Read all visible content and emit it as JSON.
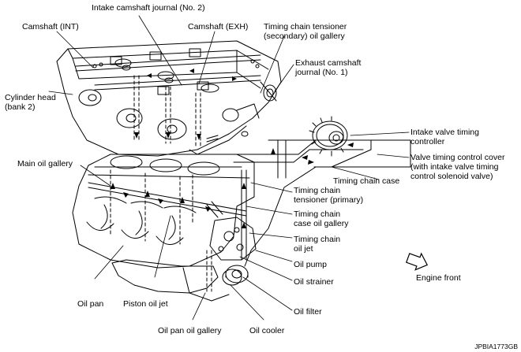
{
  "labels": {
    "intake_journal_no2": "Intake camshaft journal (No. 2)",
    "camshaft_int": "Camshaft (INT)",
    "camshaft_exh": "Camshaft (EXH)",
    "tensioner_secondary_l1": "Timing chain tensioner",
    "tensioner_secondary_l2": "(secondary) oil gallery",
    "exhaust_journal_l1": "Exhaust camshaft",
    "exhaust_journal_l2": "journal (No. 1)",
    "cylinder_head_l1": "Cylinder head",
    "cylinder_head_l2": "(bank 2)",
    "intake_vtc_l1": "Intake valve timing",
    "intake_vtc_l2": "controller",
    "vtc_cover_l1": "Valve timing control cover",
    "vtc_cover_l2": "(with intake valve timing",
    "vtc_cover_l3": "control solenoid valve)",
    "main_oil_gallery": "Main oil gallery",
    "timing_chain_case": "Timing chain case",
    "tensioner_primary_l1": "Timing chain",
    "tensioner_primary_l2": "tensioner (primary)",
    "case_gallery_l1": "Timing chain",
    "case_gallery_l2": "case oil gallery",
    "oil_jet_l1": "Timing chain",
    "oil_jet_l2": "oil jet",
    "oil_pump": "Oil pump",
    "oil_strainer": "Oil strainer",
    "oil_filter": "Oil filter",
    "oil_pan": "Oil pan",
    "piston_oil_jet": "Piston oil jet",
    "oil_pan_gallery": "Oil pan oil gallery",
    "oil_cooler": "Oil cooler",
    "engine_front": "Engine front",
    "figure_code": "JPBIA1773GB"
  }
}
